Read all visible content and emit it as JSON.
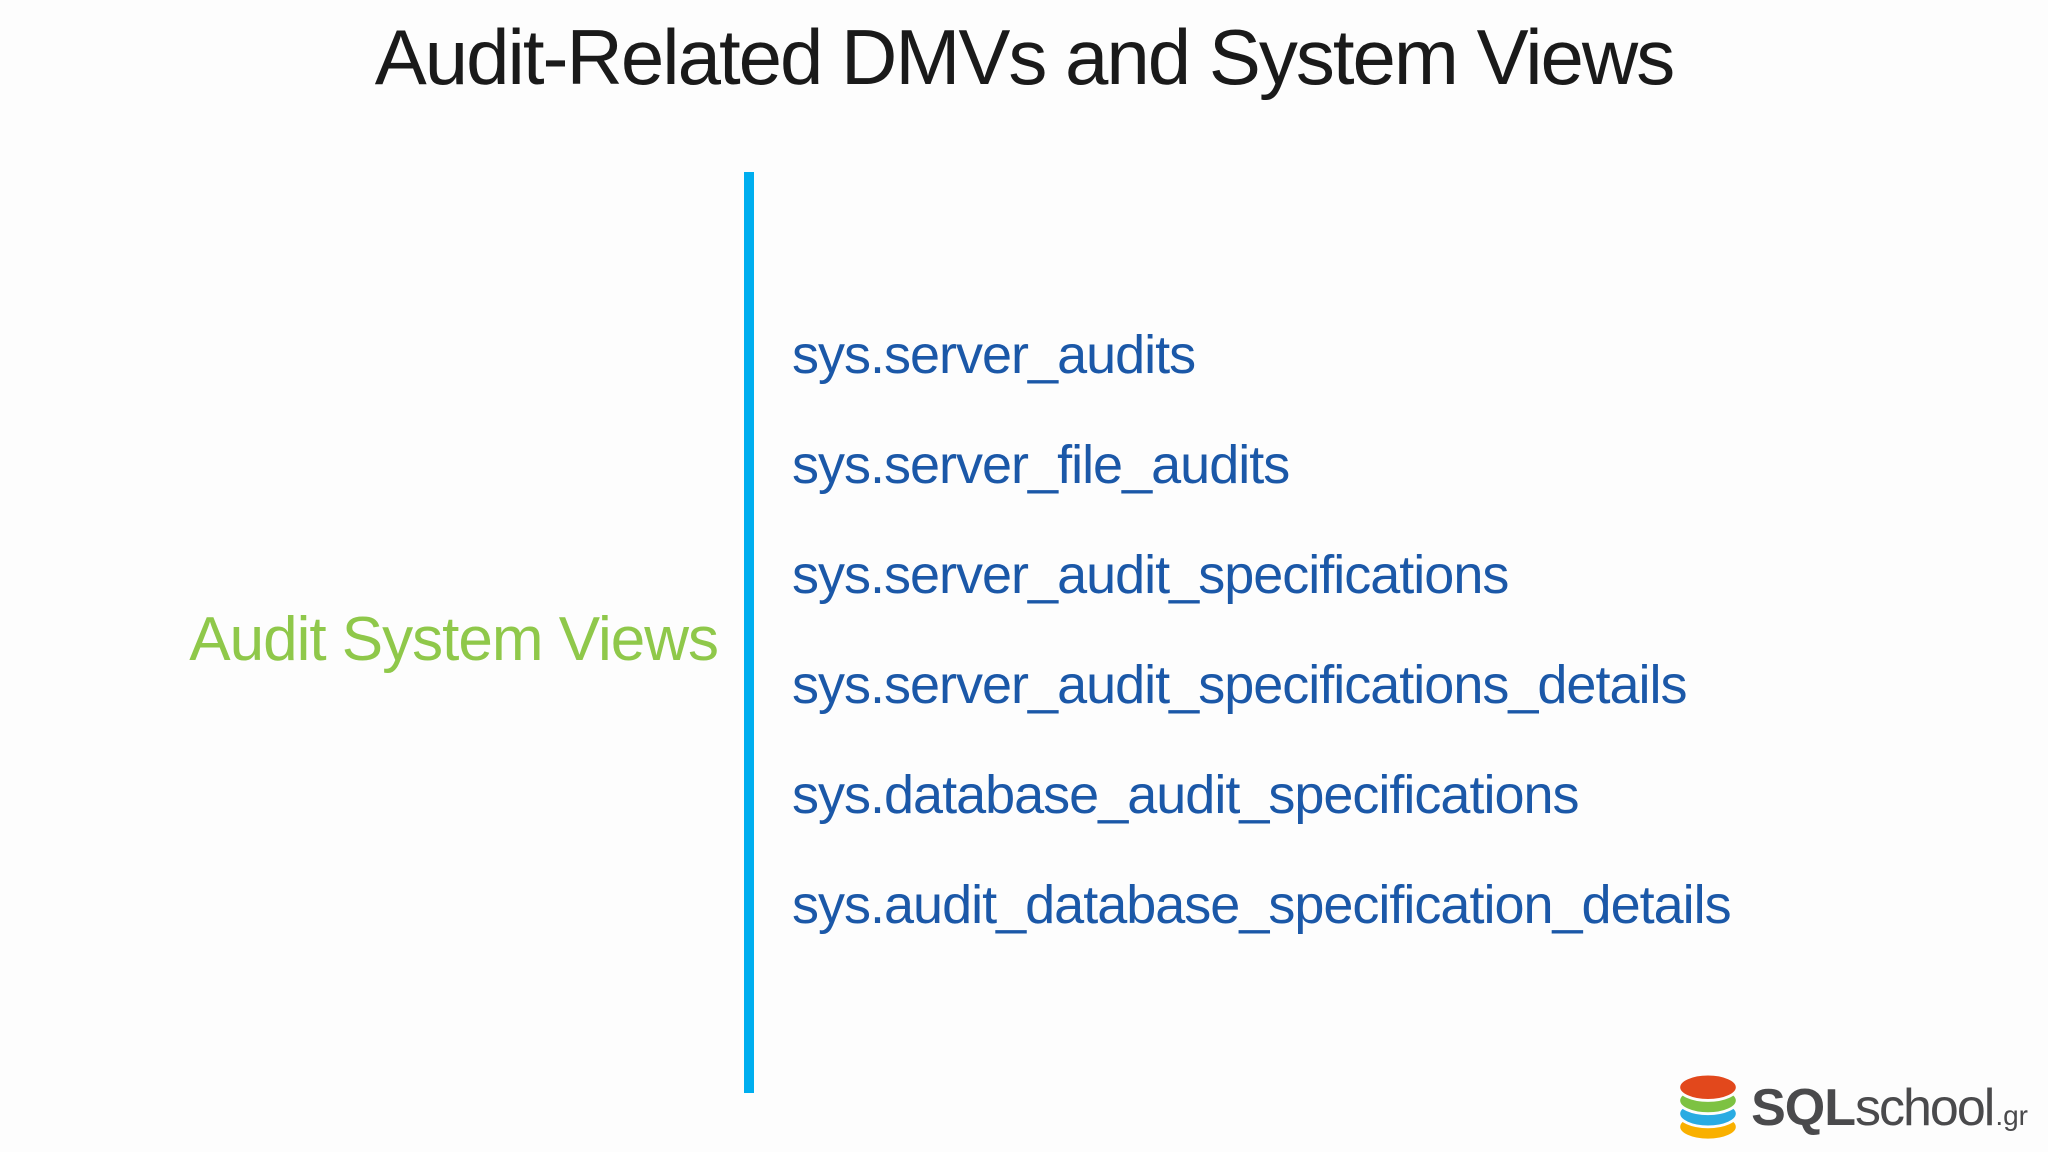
{
  "slide": {
    "title": "Audit-Related DMVs and System Views",
    "section_label": "Audit System Views",
    "views": [
      "sys.server_audits",
      "sys.server_file_audits",
      "sys.server_audit_specifications",
      "sys.server_audit_specifications_details",
      "sys.database_audit_specifications",
      "sys.audit_database_specification_details"
    ],
    "colors": {
      "background": "#fdfdfd",
      "title_text": "#1a1a1a",
      "section_label_green": "#8fc84a",
      "divider_cyan": "#00aeef",
      "view_text_blue": "#1b58a8",
      "logo_text_gray": "#4a4a4c"
    },
    "logo": {
      "sql": "SQL",
      "school": "school",
      "tld": ".gr",
      "icon": "database-icon",
      "disc_colors_top_to_bottom": [
        "#e2481c",
        "#7dc242",
        "#29abe2",
        "#f9b000"
      ]
    }
  }
}
